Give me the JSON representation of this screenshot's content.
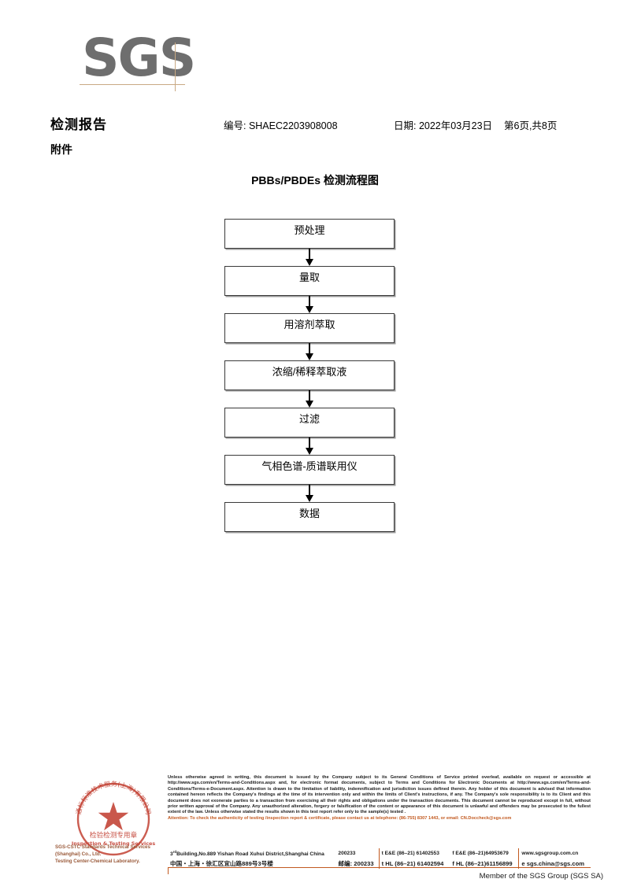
{
  "logo": {
    "wordmark": "SGS"
  },
  "header": {
    "title": "检测报告",
    "attachment_label": "附件",
    "report_no": "编号: SHAEC2203908008",
    "date": "日期: 2022年03月23日",
    "page": "第6页,共8页"
  },
  "flowchart": {
    "title": "PBBs/PBDEs 检测流程图",
    "nodes": [
      {
        "label": "预处理"
      },
      {
        "label": "量取"
      },
      {
        "label": "用溶剂萃取"
      },
      {
        "label": "浓缩/稀释萃取液"
      },
      {
        "label": "过滤"
      },
      {
        "label": "气相色谱-质谱联用仪"
      },
      {
        "label": "数据"
      }
    ]
  },
  "seal": {
    "outer_text": "通标标准技术服务(上海)有限公司",
    "inner_text_cn": "检验检测专用章",
    "inner_text_en": "Inspection & Testing Services",
    "color": "#c0392b"
  },
  "footer": {
    "company_name_line1": "SGS-CSTC Standards Technical Services (Shanghai) Co., Ltd.",
    "company_name_line2": "Testing Center-Chemical Laboratory.",
    "legal_paragraph": "Unless otherwise agreed in writing, this document is issued by the Company subject to its General Conditions of Service printed overleaf, available on request or accessible at http://www.sgs.com/en/Terms-and-Conditions.aspx and, for electronic format documents, subject to Terms and Conditions for Electronic Documents at http://www.sgs.com/en/Terms-and-Conditions/Terms-e-Document.aspx. Attention is drawn to the limitation of liability, indemnification and jurisdiction issues defined therein. Any holder of this document is advised that information contained hereon reflects the Company's findings at the time of its intervention only and within the limits of Client's instructions, if any. The Company's sole responsibility is to its Client and this document does not exonerate parties to a transaction from exercising all their rights and obligations under the transaction documents. This document cannot be reproduced except in full, without prior written approval of the Company. Any unauthorized alteration, forgery or falsification of the content or appearance of this document is unlawful and offenders may be prosecuted to the fullest extent of the law. Unless otherwise stated the results shown in this test report refer only to the sample(s) tested .",
    "attention_text": "Attention: To check the authenticity of testing /inspection report & certificate, please contact us at telephone: (86-755) 8307 1443, or email: CN.Doccheck@sgs.com",
    "attention_color": "#c2591f",
    "address_en": "Building,No.889 Yishan Road Xuhui District,Shanghai China",
    "address_en_sup": "rd",
    "address_en_prefix": "3",
    "address_cn": "中国・上海・徐汇区宜山路889号3号楼",
    "postcode_en": "200233",
    "postcode_cn_label": "邮编:",
    "postcode_cn": "200233",
    "tel_row1_a": "t E&E (86–21) 61402553",
    "tel_row1_b": "f E&E (86–21)64953679",
    "tel_row2_a": "t HL (86–21) 61402594",
    "tel_row2_b": "f HL (86–21)61156899",
    "web": "www.sgsgroup.com.cn",
    "email_prefix": "e",
    "email": "sgs.china@sgs.com",
    "member_line": "Member of the SGS Group (SGS SA)"
  }
}
